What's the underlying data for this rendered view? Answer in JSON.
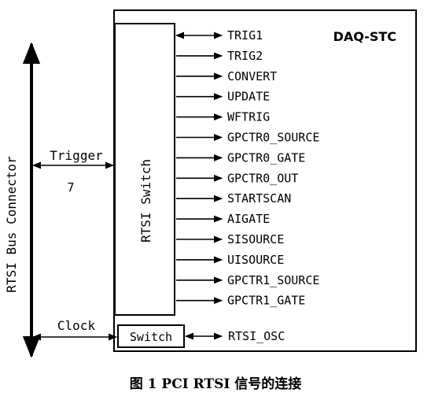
{
  "diagram": {
    "chip_label": "DAQ-STC",
    "bus_label": "RTSI Bus Connector",
    "switch_label": "RTSI Switch",
    "switch_box_label": "Switch",
    "trigger_label": "Trigger",
    "trigger_count": "7",
    "clock_label": "Clock",
    "caption": "图 1 PCI RTSI 信号的连接",
    "signals": [
      {
        "label": "TRIG1",
        "bidirectional": true
      },
      {
        "label": "TRIG2",
        "bidirectional": false
      },
      {
        "label": "CONVERT",
        "bidirectional": false
      },
      {
        "label": "UPDATE",
        "bidirectional": false
      },
      {
        "label": "WFTRIG",
        "bidirectional": false
      },
      {
        "label": "GPCTR0_SOURCE",
        "bidirectional": false
      },
      {
        "label": "GPCTR0_GATE",
        "bidirectional": false
      },
      {
        "label": "GPCTR0_OUT",
        "bidirectional": false
      },
      {
        "label": "STARTSCAN",
        "bidirectional": false
      },
      {
        "label": "AIGATE",
        "bidirectional": false
      },
      {
        "label": "SISOURCE",
        "bidirectional": false
      },
      {
        "label": "UISOURCE",
        "bidirectional": false
      },
      {
        "label": "GPCTR1_SOURCE",
        "bidirectional": false
      },
      {
        "label": "GPCTR1_GATE",
        "bidirectional": false
      }
    ],
    "osc_label": "RTSI_OSC"
  }
}
